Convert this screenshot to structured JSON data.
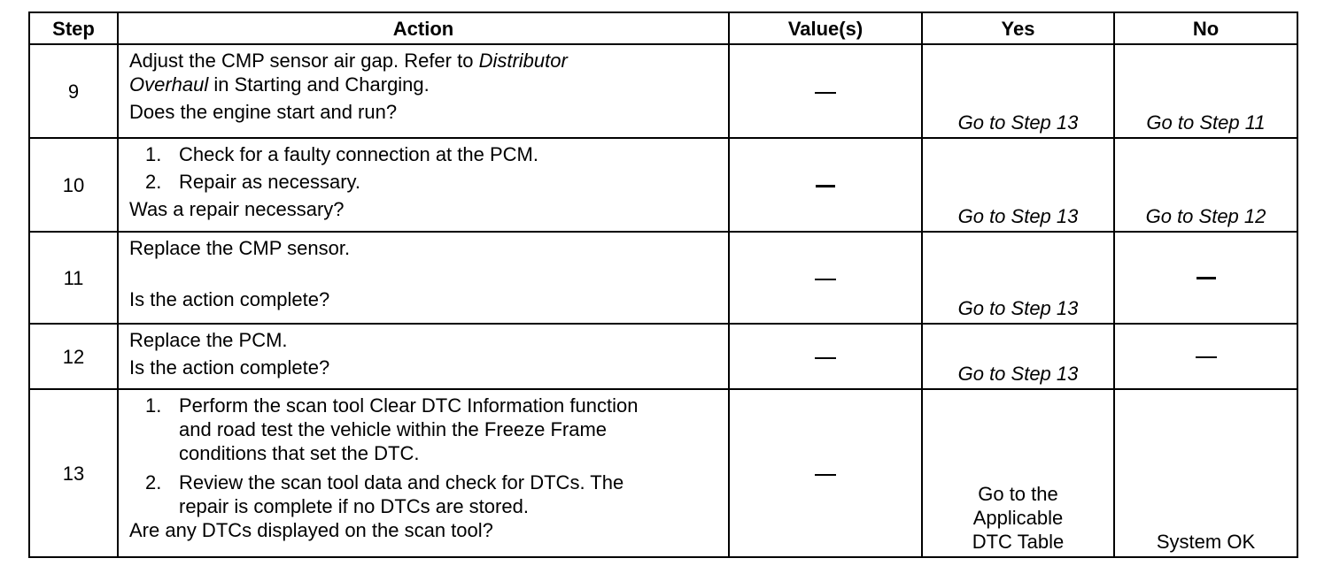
{
  "headers": {
    "step": "Step",
    "action": "Action",
    "values": "Value(s)",
    "yes": "Yes",
    "no": "No"
  },
  "rows": [
    {
      "step": "9",
      "action": {
        "line1_a": "Adjust the CMP sensor air gap. Refer to ",
        "line1_b": "Distributor",
        "line2_a": "Overhaul",
        "line2_b": " in Starting and Charging.",
        "question": "Does the engine start and run?"
      },
      "value": "—",
      "yes": "Go to Step 13",
      "no": "Go to Step 11"
    },
    {
      "step": "10",
      "action": {
        "items": [
          "Check for a faulty connection at the PCM.",
          "Repair as necessary."
        ],
        "question": "Was a repair necessary?"
      },
      "value": "—",
      "yes": "Go to Step 13",
      "no": "Go to Step 12"
    },
    {
      "step": "11",
      "action": {
        "line1": "Replace the CMP sensor.",
        "question": "Is the action complete?"
      },
      "value": "—",
      "yes": "Go to Step 13",
      "no": "—"
    },
    {
      "step": "12",
      "action": {
        "line1": "Replace the PCM.",
        "question": "Is the action complete?"
      },
      "value": "—",
      "yes": "Go to Step 13",
      "no": "—"
    },
    {
      "step": "13",
      "action": {
        "items": [
          [
            "Perform the scan tool Clear DTC Information function",
            "and road test the vehicle within the Freeze Frame",
            "conditions that set the DTC."
          ],
          [
            "Review the scan tool data and check for DTCs. The",
            "repair is complete if no DTCs are stored."
          ]
        ],
        "question": "Are any DTCs displayed on the scan tool?"
      },
      "value": "—",
      "yes": [
        "Go to the",
        "Applicable",
        "DTC Table"
      ],
      "no": "System OK"
    }
  ],
  "list_numbers": [
    "1.",
    "2."
  ]
}
